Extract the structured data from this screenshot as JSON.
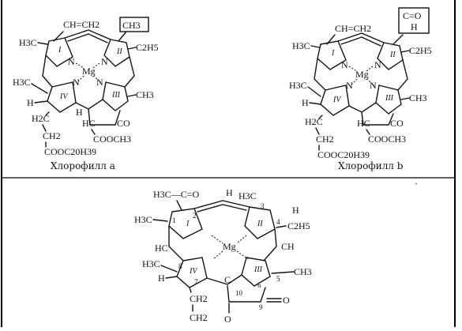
{
  "structure_a": {
    "caption": "Хлорофилл a",
    "vinyl": "CH=CH2",
    "highlight": "CH3",
    "ring_labels": [
      "I",
      "II",
      "III",
      "IV"
    ],
    "metal": "Mg",
    "nitrogen": "N",
    "h3c": "H3C",
    "c2h5": "C2H5",
    "ch3_right": "CH3",
    "ch3_left": "H3C",
    "h_left": "H",
    "h_mid": "H",
    "ch2_1": "H2C",
    "ch2_2": "CH2",
    "ester": "COOC20H39",
    "hc": "HC",
    "co": "CO",
    "cooch3": "COOCH3"
  },
  "structure_b": {
    "caption": "Хлорофилл b",
    "vinyl": "CH=CH2",
    "highlight_top": "C=O",
    "highlight_bottom": "H",
    "ring_labels": [
      "I",
      "II",
      "III",
      "IV"
    ],
    "metal": "Mg",
    "nitrogen": "N",
    "h3c": "H3C",
    "c2h5": "C2H5",
    "ch3_right": "CH3",
    "ch3_left": "H3C",
    "h_left": "H",
    "ch2_1": "H2C",
    "ch2_2": "CH2",
    "ester": "COOC20H39",
    "hc": "HC",
    "co": "CO",
    "cooch3": "COOCH3"
  },
  "structure_c": {
    "acetyl": "H3C—C=O",
    "h_top": "H",
    "h3c_top": "H3C",
    "h_right": "H",
    "h3c_left": "H3C",
    "c2h5": "C2H5",
    "ch": "CH",
    "hc": "HC",
    "ch3_right": "CH3",
    "ch3_left": "H3C",
    "h_left": "H",
    "metal": "Mg",
    "ring_labels": [
      "I",
      "II",
      "III",
      "IV"
    ],
    "locants": [
      "1",
      "2",
      "3",
      "4",
      "5",
      "6",
      "7",
      "8",
      "9",
      "10"
    ],
    "ch2_1": "CH2",
    "ch2_2": "CH2",
    "c_label": "C",
    "oxo": "O",
    "co_o": "O"
  },
  "marks": {
    "stray_dot": "`"
  }
}
